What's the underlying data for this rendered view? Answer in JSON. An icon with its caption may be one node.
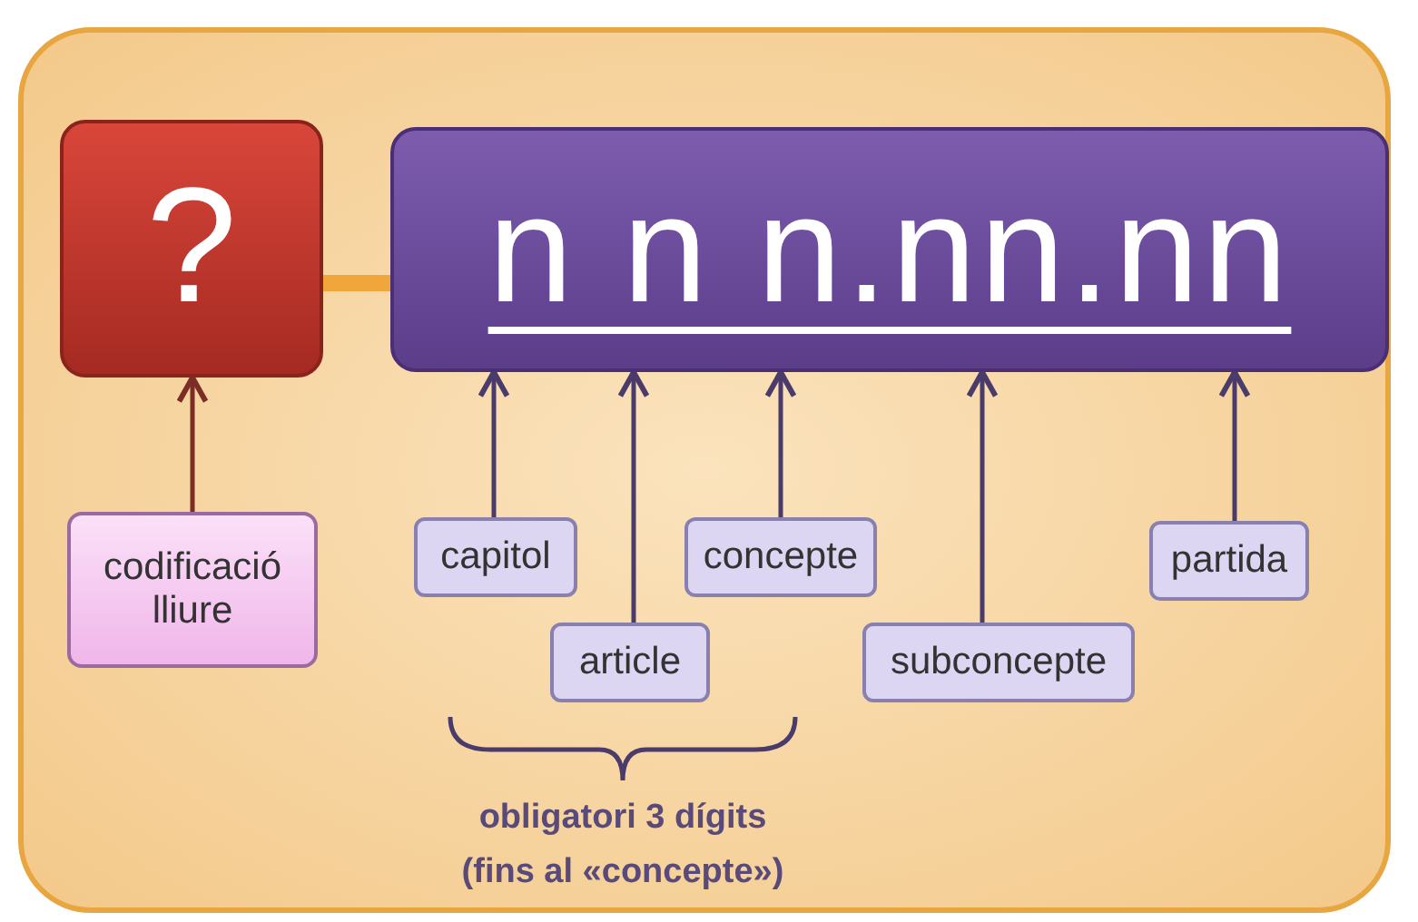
{
  "diagram": {
    "nodes": [
      {
        "text": [
          "?"
        ]
      },
      {
        "text": [
          "n n n.nn.nn"
        ]
      },
      {
        "text": [
          "codificació lliure"
        ]
      },
      {
        "text": [
          "capitol"
        ]
      },
      {
        "text": [
          "article"
        ]
      },
      {
        "text": [
          "concepte"
        ]
      },
      {
        "text": [
          "subconcepte"
        ]
      },
      {
        "text": [
          "partida"
        ]
      }
    ],
    "edges": [
      {
        "from": 0,
        "to": 1,
        "arrow": "none",
        "style": "thick",
        "color": "#f0a63a"
      },
      {
        "from": 2,
        "to": 0,
        "arrow": "to",
        "color": "#7b2d26"
      },
      {
        "from": 3,
        "to": 1,
        "arrow": "to"
      },
      {
        "from": 4,
        "to": 1,
        "arrow": "to"
      },
      {
        "from": 5,
        "to": 1,
        "arrow": "to"
      },
      {
        "from": 6,
        "to": 1,
        "arrow": "to"
      },
      {
        "from": 7,
        "to": 1,
        "arrow": "to"
      }
    ],
    "labels": [
      "obligatori 3 dígits (fins al «concepte»)"
    ]
  }
}
